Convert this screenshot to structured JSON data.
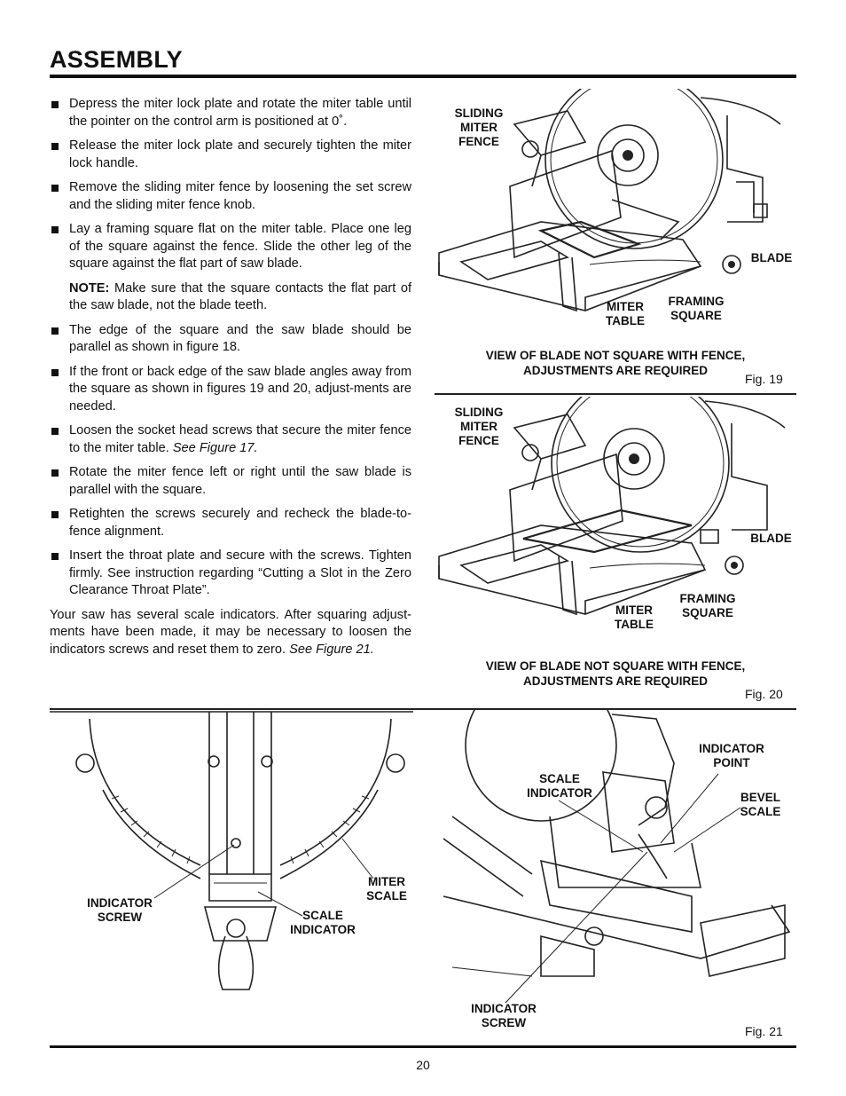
{
  "page": {
    "title": "ASSEMBLY",
    "page_number": "20"
  },
  "instructions": {
    "b1": "Depress the miter lock plate and rotate the miter table until the pointer on the control arm is positioned at 0˚.",
    "b2": "Release the miter lock plate and securely tighten the miter lock handle.",
    "b3": "Remove the sliding miter fence by loosening the set screw and the sliding miter fence knob.",
    "b4": "Lay a framing square flat on the miter table. Place one leg of the square against the fence. Slide the other leg of the square against the flat part of saw blade.",
    "note_label": "NOTE:",
    "note_text": " Make sure that the square contacts the flat part of the saw blade, not the blade teeth.",
    "b5": "The edge of the square and the saw blade should be parallel as shown in figure 18.",
    "b6": "If the front or back edge of the saw blade angles away from the square as shown in figures 19 and 20, adjust-ments are needed.",
    "b7_text": "Loosen the socket head screws that secure the miter fence to the miter table. ",
    "b7_ref": "See Figure 17.",
    "b8": "Rotate the miter fence left or right until the saw blade is parallel with the square.",
    "b9": "Retighten the screws securely and recheck the blade-to-fence alignment.",
    "b10": "Insert the throat plate and secure with the screws. Tighten firmly. See instruction regarding “Cutting a Slot in the Zero Clearance Throat Plate”.",
    "closing_text": "Your saw has several scale indicators. After squaring adjust-ments have been made, it may be necessary to loosen the indicators screws and reset them to zero. ",
    "closing_ref": "See Figure 21."
  },
  "fig19": {
    "labels": {
      "fence": "SLIDING\nMITER\nFENCE",
      "blade": "BLADE",
      "square": "FRAMING\nSQUARE",
      "table": "MITER\nTABLE"
    },
    "caption": "VIEW OF BLADE NOT SQUARE WITH FENCE,\nADJUSTMENTS ARE REQUIRED",
    "number": "Fig. 19"
  },
  "fig20": {
    "labels": {
      "fence": "SLIDING\nMITER\nFENCE",
      "blade": "BLADE",
      "square": "FRAMING\nSQUARE",
      "table": "MITER\nTABLE"
    },
    "caption": "VIEW OF BLADE NOT SQUARE WITH FENCE,\nADJUSTMENTS ARE REQUIRED",
    "number": "Fig. 20"
  },
  "fig21": {
    "left_labels": {
      "indicator_screw": "INDICATOR\nSCREW",
      "scale_indicator": "SCALE\nINDICATOR",
      "miter_scale": "MITER\nSCALE"
    },
    "right_labels": {
      "indicator_point": "INDICATOR\nPOINT",
      "scale_indicator": "SCALE\nINDICATOR",
      "bevel_scale": "BEVEL\nSCALE",
      "indicator_screw": "INDICATOR\nSCREW"
    },
    "number": "Fig. 21"
  }
}
